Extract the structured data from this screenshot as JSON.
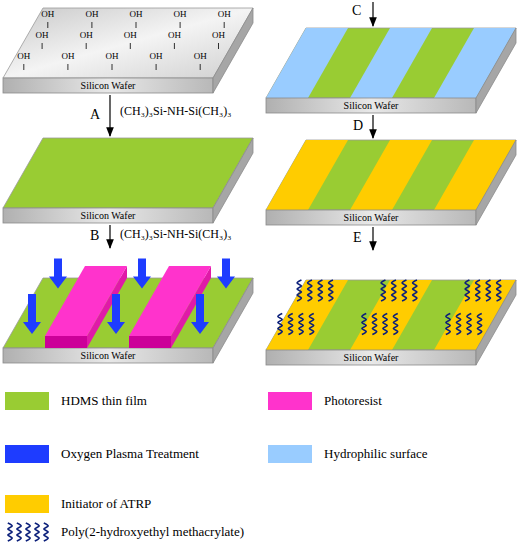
{
  "diagram": {
    "nodes": [
      {
        "text": [
          "Silicon Wafer"
        ]
      },
      {
        "text": [
          "Silicon Wafer"
        ]
      },
      {
        "text": [
          "Silicon Wafer"
        ]
      },
      {
        "text": [
          "Silicon Wafer"
        ]
      },
      {
        "text": [
          "Silicon Wafer"
        ]
      },
      {
        "text": [
          "Silicon Wafer"
        ]
      }
    ],
    "edges": [
      {
        "from": 0,
        "to": 1,
        "arrow": "to",
        "label": "A"
      },
      {
        "from": 1,
        "to": 2,
        "arrow": "to",
        "label": "B"
      },
      {
        "from": 3,
        "to": 4,
        "arrow": "to",
        "label": "D"
      },
      {
        "from": 4,
        "to": 5,
        "arrow": "to",
        "label": "E"
      }
    ],
    "labels": [
      "OH",
      "OH",
      "OH",
      "OH",
      "OH",
      "OH",
      "OH",
      "OH",
      "OH",
      "OH",
      "OH",
      "OH",
      "OH",
      "OH",
      "OH",
      "(CH₃)₃Si-NH-Si(CH₃)₃",
      "(CH₃)₃Si-NH-Si(CH₃)₃",
      "C"
    ],
    "legend": [
      {
        "text": "HDMS thin film",
        "color": "#99cc33"
      },
      {
        "text": "Photoresist",
        "color": "#ff33cc"
      },
      {
        "text": "Oxygen Plasma Treatment",
        "color": "#1e3cff"
      },
      {
        "text": "Hydrophilic surface",
        "color": "#99ccff"
      },
      {
        "text": "Initiator of ATRP",
        "color": "#ffcc00"
      },
      {
        "text": "Poly(2-hydroxyethyl methacrylate)"
      }
    ]
  }
}
